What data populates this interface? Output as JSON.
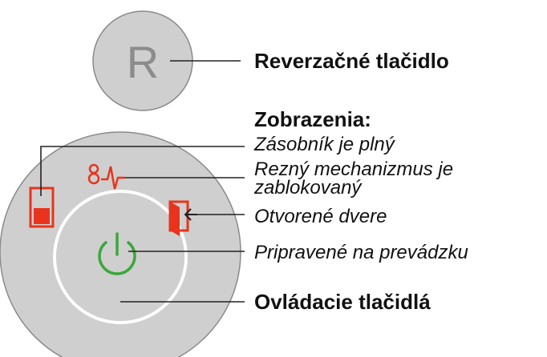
{
  "reverse_button": {
    "letter": "R",
    "label": "Reverzačné tlačidlo"
  },
  "displays": {
    "heading": "Zobrazenia:",
    "items": [
      {
        "label": "Zásobník je plný",
        "icon": "bin-full-icon",
        "color": "#e8341c"
      },
      {
        "label_line1": "Rezný mechanizmus je",
        "label_line2": "zablokovaný",
        "icon": "cutter-jam-icon",
        "color": "#e8341c"
      },
      {
        "label": "Otvorené dvere",
        "icon": "door-open-icon",
        "color": "#e8341c"
      },
      {
        "label": "Pripravené na prevádzku",
        "icon": "power-icon",
        "color": "#3aa83a"
      }
    ]
  },
  "control_buttons": {
    "label": "Ovládacie tlačidlá"
  },
  "colors": {
    "panel": "#cfcfcf",
    "outline": "#8a8a8a",
    "leader": "#222222"
  }
}
